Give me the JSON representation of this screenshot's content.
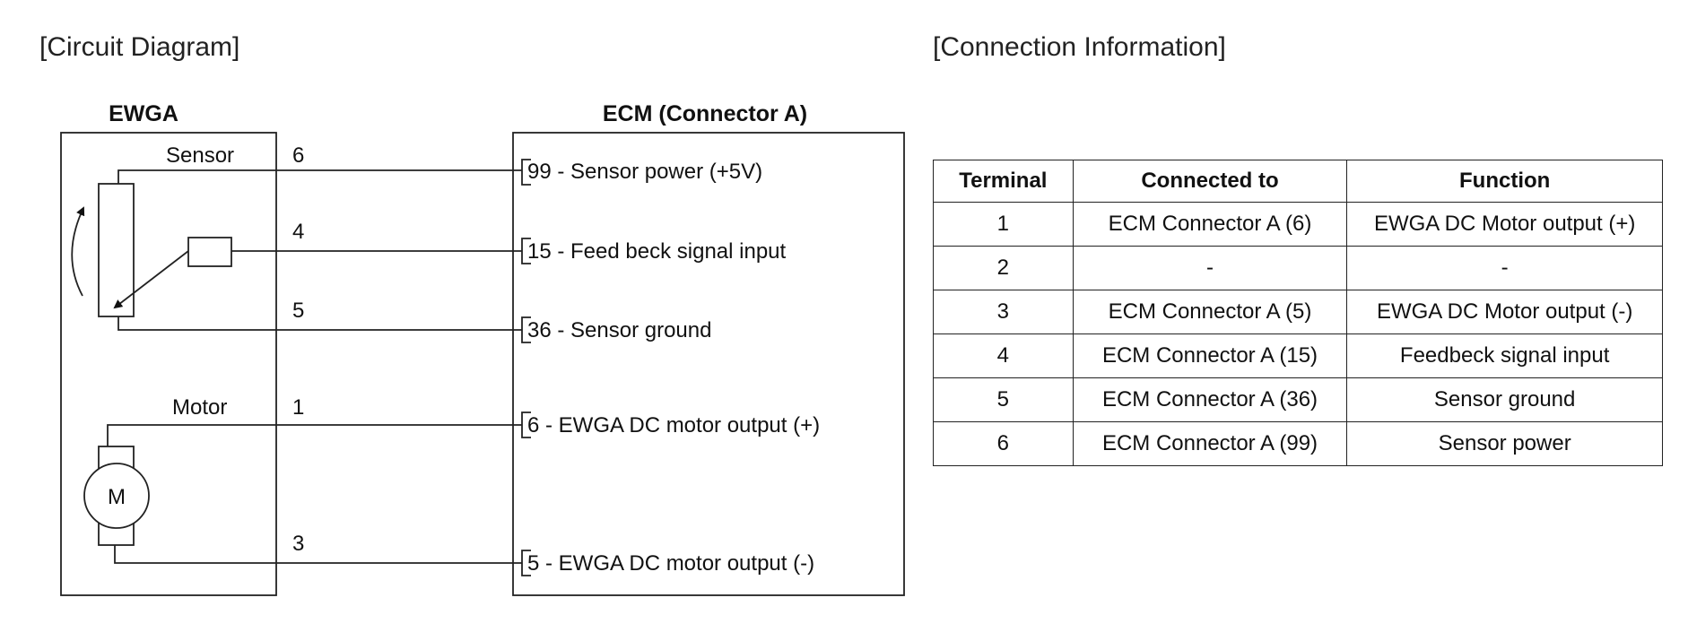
{
  "circuit": {
    "heading": "[Circuit Diagram]",
    "ewga_title": "EWGA",
    "ecm_title": "ECM (Connector A)",
    "sensor_label": "Sensor",
    "motor_label": "Motor",
    "motor_symbol": "M",
    "pins": {
      "p6": "6",
      "p4": "4",
      "p5": "5",
      "p1": "1",
      "p3": "3"
    },
    "ecm_terminals": {
      "t99": "99 - Sensor power (+5V)",
      "t15": "15 - Feed beck signal input",
      "t36": "36 - Sensor ground",
      "t6": "6 - EWGA DC motor output (+)",
      "t5": "5 - EWGA DC motor output (-)"
    }
  },
  "connection": {
    "heading": "[Connection Information]",
    "headers": [
      "Terminal",
      "Connected to",
      "Function"
    ],
    "rows": [
      [
        "1",
        "ECM Connector A (6)",
        "EWGA DC Motor output (+)"
      ],
      [
        "2",
        "-",
        "-"
      ],
      [
        "3",
        "ECM Connector A (5)",
        "EWGA DC Motor output (-)"
      ],
      [
        "4",
        "ECM Connector A (15)",
        "Feedbeck signal input"
      ],
      [
        "5",
        "ECM Connector A (36)",
        "Sensor ground"
      ],
      [
        "6",
        "ECM Connector A (99)",
        "Sensor power"
      ]
    ]
  }
}
